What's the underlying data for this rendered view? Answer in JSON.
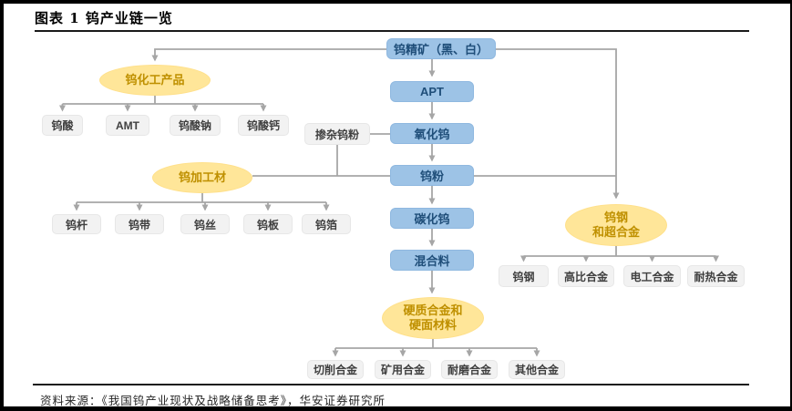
{
  "figure": {
    "title": "图表 1 钨产业链一览",
    "source": "资料来源：《我国钨产业现状及战略储备思考》，华安证券研究所"
  },
  "colors": {
    "process_box_bg": "#9DC3E6",
    "process_box_text": "#1F4E79",
    "stage_ellipse_bg": "#FFE699",
    "stage_ellipse_text": "#BF9000",
    "product_box_bg": "#F2F2F2",
    "product_box_text": "#3F3F3F",
    "connector": "#A6A6A6"
  },
  "chain": {
    "concentrate": "钨精矿（黑、白）",
    "apt": "APT",
    "oxide": "氧化钨",
    "powder": "钨粉",
    "carbide": "碳化钨",
    "mixture": "混合料",
    "doped_powder": "掺杂钨粉"
  },
  "groups": {
    "chemical": {
      "label": "钨化工产品",
      "children": [
        "钨酸",
        "AMT",
        "钨酸钠",
        "钨酸钙"
      ]
    },
    "processed": {
      "label": "钨加工材",
      "children": [
        "钨杆",
        "钨带",
        "钨丝",
        "钨板",
        "钨箔"
      ]
    },
    "steel": {
      "label_line1": "钨钢",
      "label_line2": "和超合金",
      "children": [
        "钨钢",
        "高比合金",
        "电工合金",
        "耐热合金"
      ]
    },
    "hard_alloy": {
      "label_line1": "硬质合金和",
      "label_line2": "硬面材料",
      "children": [
        "切削合金",
        "矿用合金",
        "耐磨合金",
        "其他合金"
      ]
    }
  }
}
